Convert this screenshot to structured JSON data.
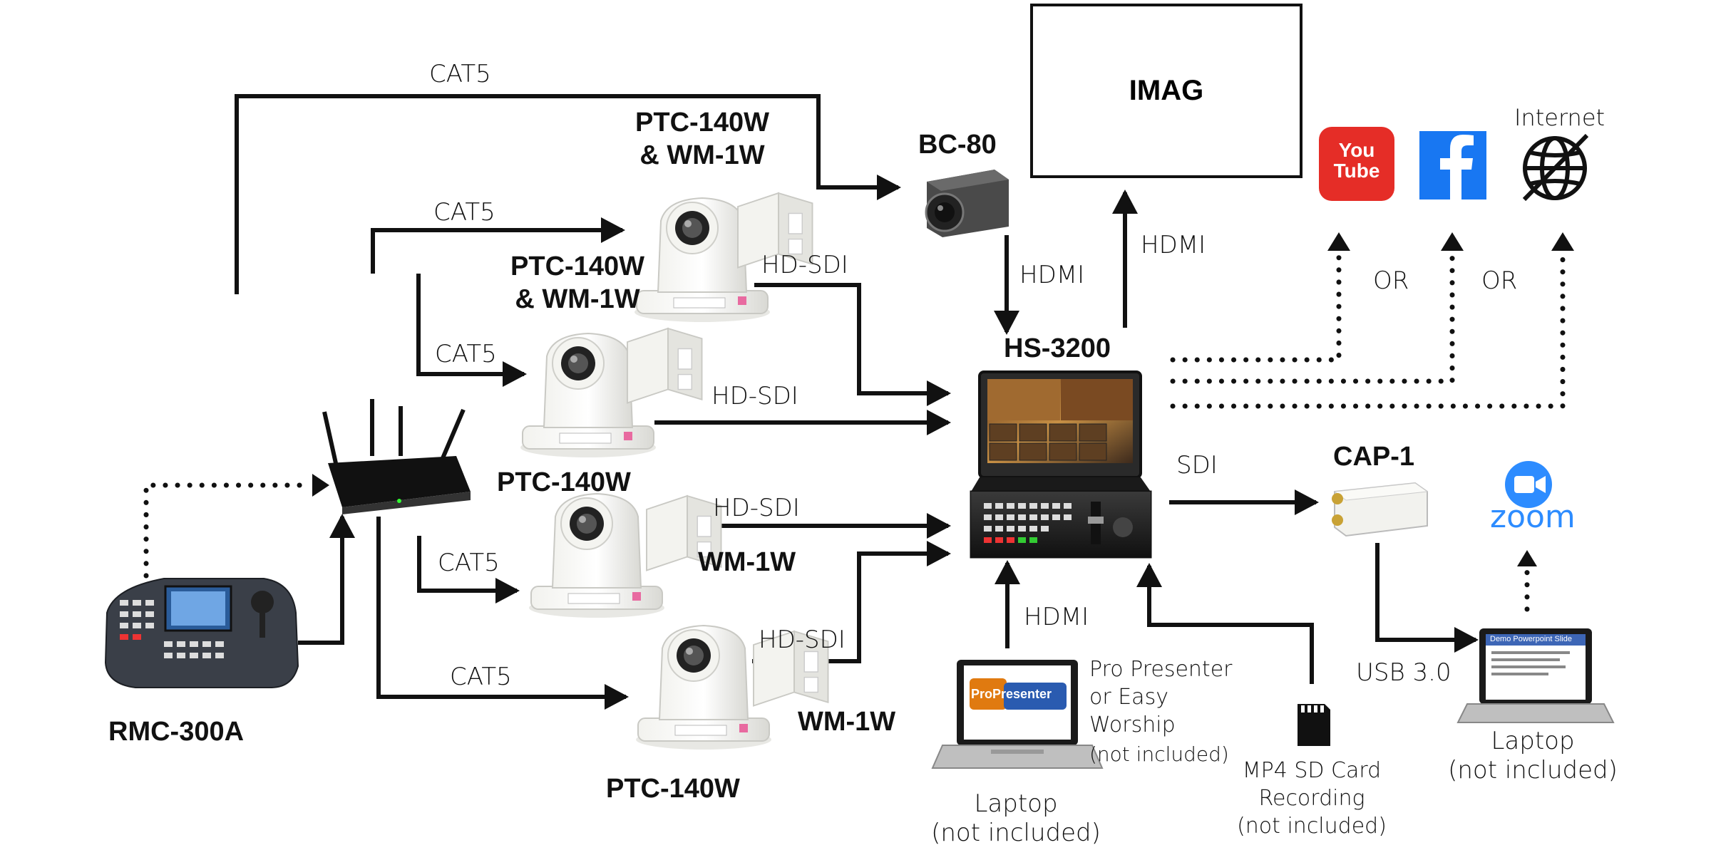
{
  "devices": {
    "ptc1": "PTC-140W\n& WM-1W",
    "ptc2": "PTC-140W\n& WM-1W",
    "ptc3": "PTC-140W",
    "wm1": "WM-1W",
    "wm2": "WM-1W",
    "ptc4": "PTC-140W",
    "bc80": "BC-80",
    "imag": "IMAG",
    "hs3200": "HS-3200",
    "cap1": "CAP-1",
    "rmc": "RMC-300A",
    "internet": "Internet",
    "youtube_text": "You\nTube",
    "zoom_text": "zoom",
    "propresenter_text": "ProPresenter"
  },
  "connections": {
    "cat5_top": "CAT5",
    "cat5_2": "CAT5",
    "cat5_3": "CAT5",
    "cat5_4": "CAT5",
    "cat5_5": "CAT5",
    "hdsdi_1": "HD-SDI",
    "hdsdi_2": "HD-SDI",
    "hdsdi_3": "HD-SDI",
    "hdsdi_4": "HD-SDI",
    "hdmi_bc80": "HDMI",
    "hdmi_imag": "HDMI",
    "hdmi_laptop": "HDMI",
    "sdi": "SDI",
    "usb": "USB 3.0",
    "or1": "OR",
    "or2": "OR"
  },
  "notes": {
    "laptop_left": "Laptop\n(not included)",
    "propresenter": "Pro Presenter\nor Easy\nWorship",
    "not_included": "(not included)",
    "mp4": "MP4 SD Card\nRecording\n(not included)",
    "laptop_right": "Laptop\n(not included)",
    "demo_slide": "Demo Powerpoint Slide"
  },
  "colors": {
    "youtube": "#e52d27",
    "facebook": "#1877f2",
    "zoom": "#2d8cff",
    "pink_tag": "#e86aa0"
  }
}
